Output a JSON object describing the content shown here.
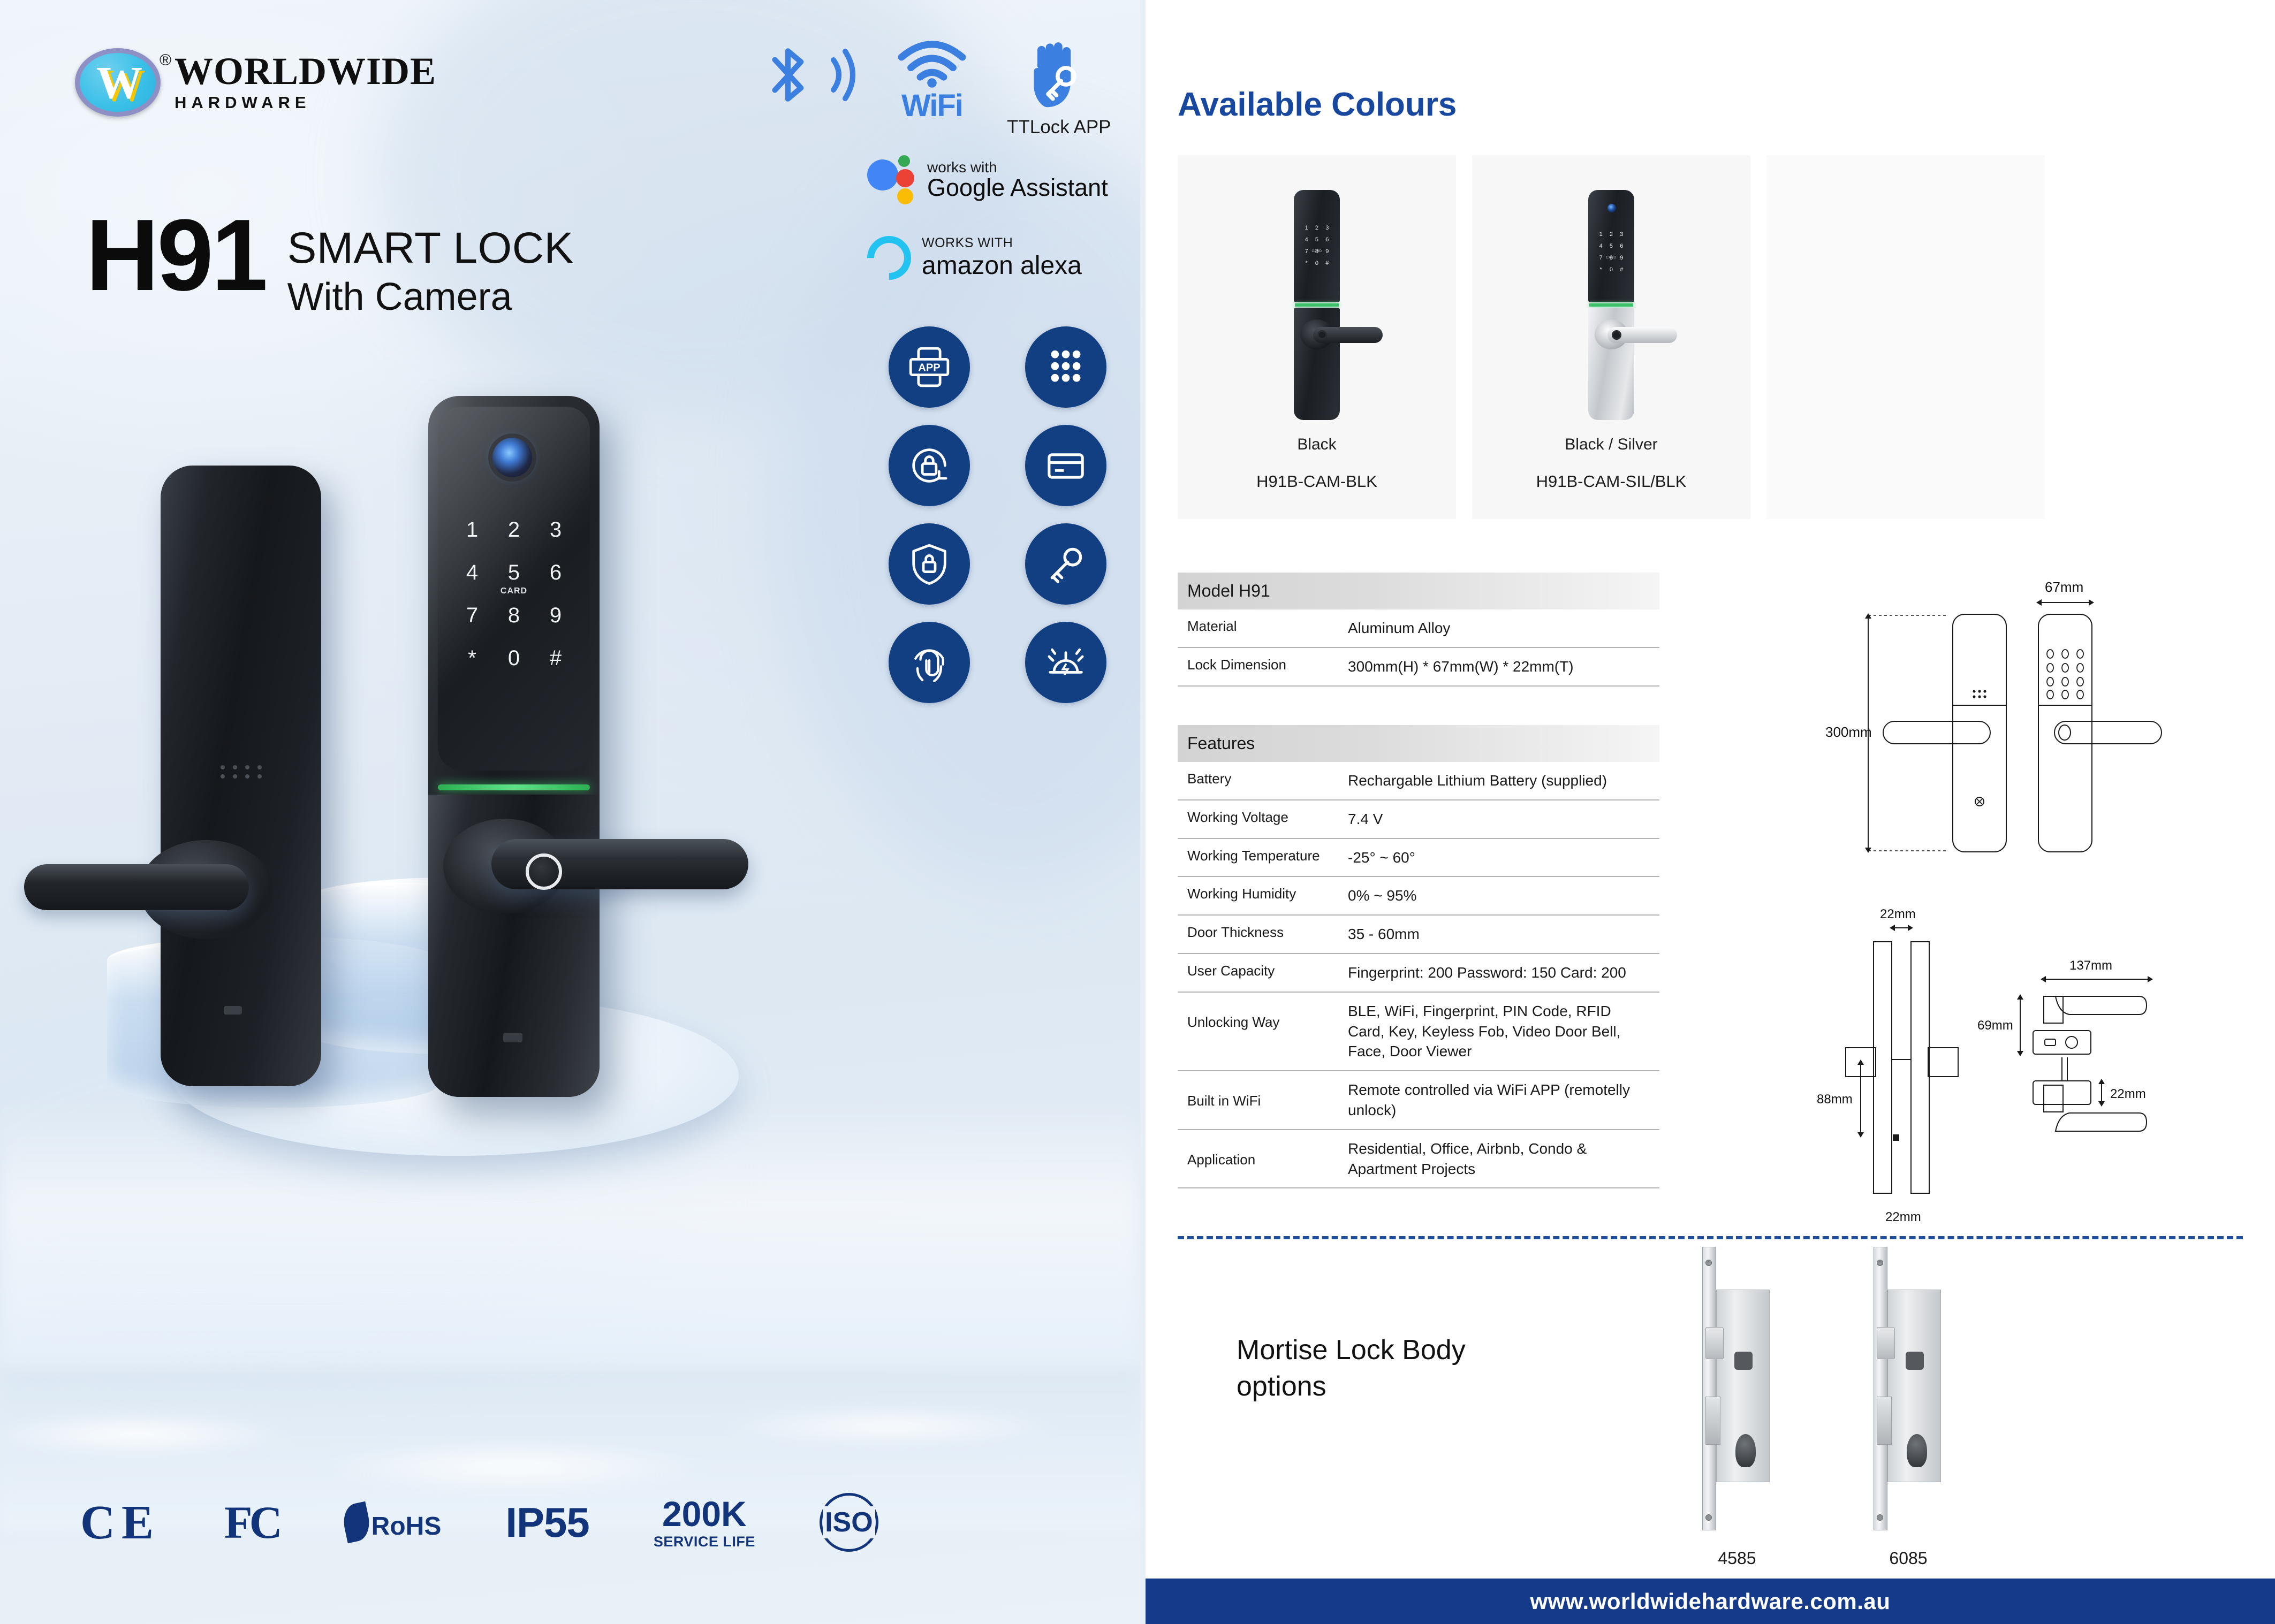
{
  "brand": {
    "logo_main": "WORLDWIDE",
    "logo_sub": "HARDWARE",
    "logo_glyph": "W",
    "registered_mark": "®"
  },
  "hero": {
    "model": "H91",
    "title": "SMART LOCK",
    "subtitle": "With Camera"
  },
  "connectivity": {
    "bluetooth_icon": "bluetooth-icon",
    "wifi_label": "WiFi",
    "ttlock_label": "TTLock APP",
    "google": {
      "works_with": "works with",
      "name": "Google Assistant"
    },
    "alexa": {
      "works_with": "WORKS WITH",
      "name": "amazon alexa"
    }
  },
  "feature_icons": [
    {
      "name": "app-icon",
      "label": "APP"
    },
    {
      "name": "keypad-icon",
      "label": "Keypad"
    },
    {
      "name": "lock-refresh-icon",
      "label": "Auto Lock"
    },
    {
      "name": "card-icon",
      "label": "RFID Card"
    },
    {
      "name": "shield-lock-icon",
      "label": "Security"
    },
    {
      "name": "key-icon",
      "label": "Mechanical Key"
    },
    {
      "name": "fingerprint-icon",
      "label": "Fingerprint"
    },
    {
      "name": "alarm-icon",
      "label": "Alarm"
    }
  ],
  "product_keypad": {
    "rows": [
      [
        "1",
        "2",
        "3"
      ],
      [
        "4",
        "5",
        "6"
      ],
      [
        "7",
        "8",
        "9"
      ],
      [
        "*",
        "0",
        "#"
      ]
    ],
    "card_label": "CARD"
  },
  "certifications": [
    {
      "name": "ce-badge",
      "label": "CE"
    },
    {
      "name": "fcc-badge",
      "label": "FC"
    },
    {
      "name": "rohs-badge",
      "label": "RoHS"
    },
    {
      "name": "ip-rating-badge",
      "label": "IP55"
    },
    {
      "name": "service-life-badge",
      "label": "200K",
      "sub": "SERVICE LIFE"
    },
    {
      "name": "iso-badge",
      "label": "ISO"
    }
  ],
  "colours": {
    "section_title": "Available Colours",
    "cards": [
      {
        "name": "Black",
        "sku": "H91B-CAM-BLK",
        "body": "black"
      },
      {
        "name": "Black / Silver",
        "sku": "H91B-CAM-SIL/BLK",
        "body": "silver"
      },
      {
        "name": "",
        "sku": "",
        "body": "blank"
      }
    ]
  },
  "model_table": {
    "header": "Model H91",
    "rows": [
      {
        "key": "Material",
        "value": "Aluminum Alloy"
      },
      {
        "key": "Lock Dimension",
        "value": "300mm(H) * 67mm(W) * 22mm(T)"
      }
    ]
  },
  "features_table": {
    "header": "Features",
    "rows": [
      {
        "key": "Battery",
        "value": "Rechargable Lithium Battery (supplied)"
      },
      {
        "key": "Working Voltage",
        "value": "7.4 V"
      },
      {
        "key": "Working Temperature",
        "value": "-25° ~ 60°"
      },
      {
        "key": "Working Humidity",
        "value": "0% ~ 95%"
      },
      {
        "key": "Door Thickness",
        "value": "35 - 60mm"
      },
      {
        "key": "User Capacity",
        "value": "Fingerprint: 200  Password: 150  Card: 200"
      },
      {
        "key": "Unlocking Way",
        "value": "BLE, WiFi, Fingerprint, PIN Code, RFID Card, Key, Keyless Fob, Video Door Bell, Face, Door Viewer"
      },
      {
        "key": "Built in WiFi",
        "value": "Remote controlled via WiFi APP (remotelly unlock)"
      },
      {
        "key": "Application",
        "value": "Residential, Office, Airbnb, Condo & Apartment Projects"
      }
    ]
  },
  "drawings": {
    "front_height": "300mm",
    "front_width": "67mm",
    "side_thickness_top": "22mm",
    "side_handle_height": "88mm",
    "side_thickness_bottom": "22mm",
    "handle_length": "137mm",
    "handle_height": "69mm",
    "handle_thickness": "22mm"
  },
  "mortise": {
    "title_line1": "Mortise Lock Body",
    "title_line2": "options",
    "options": [
      {
        "label": "4585"
      },
      {
        "label": "6085"
      }
    ]
  },
  "footer": {
    "url": "www.worldwidehardware.com.au"
  },
  "colors": {
    "brand_blue": "#17479e",
    "footer_blue": "#153a8a",
    "icon_blue": "#123f82",
    "accent_green": "#3ec06a"
  }
}
